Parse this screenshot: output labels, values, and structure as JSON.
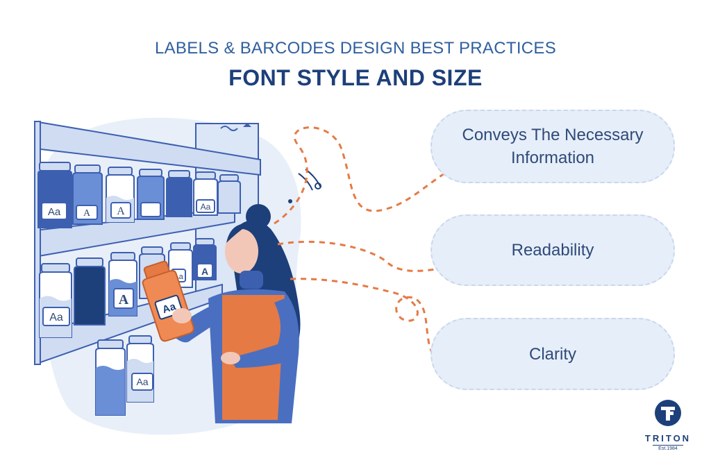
{
  "header": {
    "subtitle": "LABELS & BARCODES DESIGN BEST PRACTICES",
    "title": "FONT STYLE AND SIZE"
  },
  "points": [
    {
      "label": "Conveys The Necessary Information"
    },
    {
      "label": "Readability"
    },
    {
      "label": "Clarity"
    }
  ],
  "illustration": {
    "jar_labels": [
      "Aa",
      "A",
      "A",
      "Aa",
      "Aa",
      "A",
      "Aa",
      "A",
      "Aa"
    ],
    "bottle_label": "Aa"
  },
  "brand": {
    "name": "TRITON",
    "established": "Est.1984"
  },
  "colors": {
    "title": "#1d3f7a",
    "subtitle": "#2f5f9e",
    "pill_fill": "#e6eef9",
    "pill_border": "#c9d7ec",
    "accent_orange": "#e57a45",
    "shelf_blue": "#cfdcf2",
    "jar_dark_blue": "#3d5fb0"
  }
}
